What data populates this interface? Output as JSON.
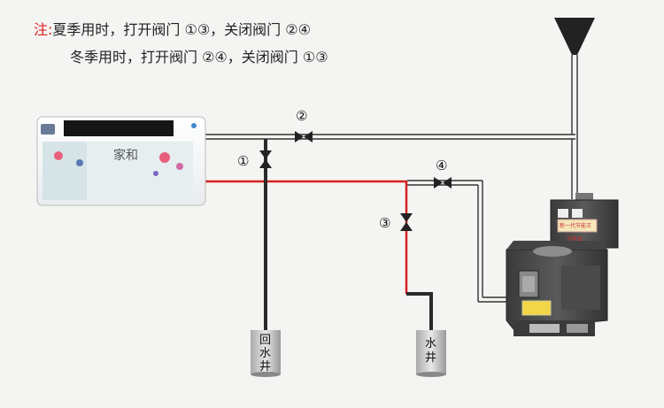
{
  "notes": {
    "label": "注:",
    "summary": "夏季用时，打开阀门 ①③，关闭阀门 ②④",
    "winter": "冬季用时，打开阀门 ②④，关闭阀门 ①③"
  },
  "valves": [
    "①",
    "②",
    "③",
    "④"
  ],
  "wells": [
    {
      "chars": [
        "回",
        "水",
        "井"
      ]
    },
    {
      "chars": [
        "水",
        "井"
      ]
    }
  ],
  "ac_unit": {
    "brand": "家和"
  },
  "stove": {
    "panel": "新一代节能王",
    "sub": "节能省"
  },
  "colors": {
    "hot_pipe": "#d42020",
    "cold_pipe": "#2a2a2a",
    "accent": "#e02020"
  }
}
